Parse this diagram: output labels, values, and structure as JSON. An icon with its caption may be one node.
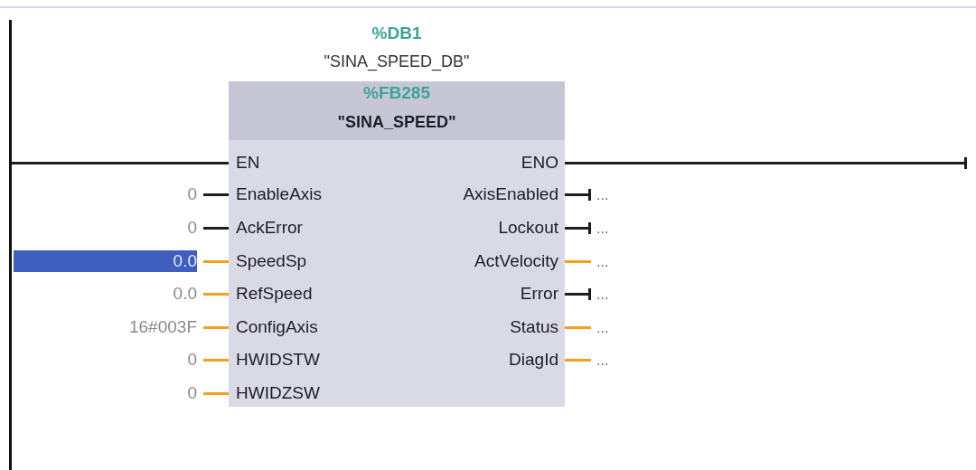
{
  "diagram": {
    "nodes": [
      {
        "text": [],
        "shape": "bar"
      },
      {
        "text": [
          "%DB1",
          "\"SINA_SPEED_DB\"",
          "%FB285",
          "\"SINA_SPEED\""
        ]
      },
      {
        "text": [
          "EN"
        ],
        "in": 1
      },
      {
        "text": [
          "ENO"
        ],
        "in": 1
      },
      {
        "text": [
          "0"
        ]
      },
      {
        "text": [
          "EnableAxis"
        ],
        "in": 1
      },
      {
        "text": [
          "AxisEnabled"
        ],
        "in": 1
      },
      {
        "text": [
          "..."
        ]
      },
      {
        "text": [
          "0"
        ]
      },
      {
        "text": [
          "AckError"
        ],
        "in": 1
      },
      {
        "text": [
          "Lockout"
        ],
        "in": 1
      },
      {
        "text": [
          "..."
        ]
      },
      {
        "text": [
          "0.0"
        ]
      },
      {
        "text": [
          "SpeedSp"
        ],
        "in": 1
      },
      {
        "text": [
          "ActVelocity"
        ],
        "in": 1
      },
      {
        "text": [
          "..."
        ]
      },
      {
        "text": [
          "0.0"
        ]
      },
      {
        "text": [
          "RefSpeed"
        ],
        "in": 1
      },
      {
        "text": [
          "Error"
        ],
        "in": 1
      },
      {
        "text": [
          "..."
        ]
      },
      {
        "text": [
          "16#003F"
        ]
      },
      {
        "text": [
          "ConfigAxis"
        ],
        "in": 1
      },
      {
        "text": [
          "Status"
        ],
        "in": 1
      },
      {
        "text": [
          "..."
        ]
      },
      {
        "text": [
          "0"
        ]
      },
      {
        "text": [
          "HWIDSTW"
        ],
        "in": 1
      },
      {
        "text": [
          "DiagId"
        ],
        "in": 1
      },
      {
        "text": [
          "..."
        ]
      },
      {
        "text": [
          "0"
        ]
      },
      {
        "text": [
          "HWIDZSW"
        ],
        "in": 1
      }
    ],
    "edges": [
      {
        "from": 0,
        "to": 2,
        "arrow": "none",
        "color": "#1e1e1e"
      },
      {
        "from": 3,
        "to": null,
        "arrow": "other",
        "color": "#1e1e1e"
      },
      {
        "from": 4,
        "to": 5,
        "arrow": "none",
        "color": "#1e1e1e"
      },
      {
        "from": 6,
        "to": 7,
        "arrow": "other",
        "color": "#1e1e1e"
      },
      {
        "from": 8,
        "to": 9,
        "arrow": "none",
        "color": "#1e1e1e"
      },
      {
        "from": 10,
        "to": 11,
        "arrow": "other",
        "color": "#1e1e1e"
      },
      {
        "from": 12,
        "to": 13,
        "arrow": "none"
      },
      {
        "from": 14,
        "to": 15,
        "arrow": "none"
      },
      {
        "from": 16,
        "to": 17,
        "arrow": "none"
      },
      {
        "from": 18,
        "to": 19,
        "arrow": "other",
        "color": "#1e1e1e"
      },
      {
        "from": 20,
        "to": 21,
        "arrow": "none"
      },
      {
        "from": 22,
        "to": 23,
        "arrow": "none"
      },
      {
        "from": 24,
        "to": 25,
        "arrow": "none"
      },
      {
        "from": 26,
        "to": 27,
        "arrow": "none"
      },
      {
        "from": 28,
        "to": 29,
        "arrow": "none"
      }
    ]
  }
}
